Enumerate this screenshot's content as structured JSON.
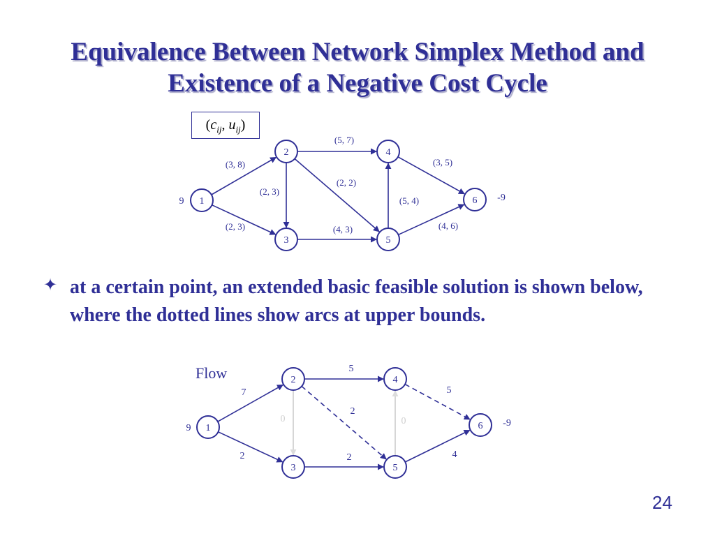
{
  "slide": {
    "title_line1": "Equivalence Between Network Simplex Method and",
    "title_line2": "Existence of a Negative Cost Cycle",
    "bullet_icon": "four-point-star-bullet",
    "bullet_text": "at a certain point, an extended basic feasible solution is shown below, where the dotted lines show arcs at upper bounds.",
    "page_number": "24",
    "colors": {
      "primary": "#2f2f96",
      "faint_arc": "#d6d6d6"
    }
  },
  "legend": {
    "c": "c",
    "u": "u",
    "sub": "ij"
  },
  "top_graph": {
    "nodes": [
      {
        "id": "1",
        "supply": "9"
      },
      {
        "id": "2"
      },
      {
        "id": "3"
      },
      {
        "id": "4"
      },
      {
        "id": "5"
      },
      {
        "id": "6",
        "supply": "-9"
      }
    ],
    "arcs": [
      {
        "from": "1",
        "to": "2",
        "label": "(3, 8)"
      },
      {
        "from": "1",
        "to": "3",
        "label": "(2, 3)"
      },
      {
        "from": "2",
        "to": "3",
        "label": "(2, 3)"
      },
      {
        "from": "2",
        "to": "4",
        "label": "(5, 7)"
      },
      {
        "from": "2",
        "to": "5",
        "label": "(2, 2)"
      },
      {
        "from": "3",
        "to": "5",
        "label": "(4, 3)"
      },
      {
        "from": "5",
        "to": "4",
        "label": "(5, 4)"
      },
      {
        "from": "4",
        "to": "6",
        "label": "(3, 5)"
      },
      {
        "from": "5",
        "to": "6",
        "label": "(4, 6)"
      }
    ]
  },
  "bottom_graph": {
    "label": "Flow",
    "nodes": [
      {
        "id": "1",
        "supply": "9"
      },
      {
        "id": "2"
      },
      {
        "id": "3"
      },
      {
        "id": "4"
      },
      {
        "id": "5"
      },
      {
        "id": "6",
        "supply": "-9"
      }
    ],
    "arcs": [
      {
        "from": "1",
        "to": "2",
        "flow": "7",
        "style": "solid"
      },
      {
        "from": "1",
        "to": "3",
        "flow": "2",
        "style": "solid"
      },
      {
        "from": "2",
        "to": "3",
        "flow": "0",
        "style": "faint"
      },
      {
        "from": "2",
        "to": "4",
        "flow": "5",
        "style": "solid"
      },
      {
        "from": "2",
        "to": "5",
        "flow": "2",
        "style": "dashed"
      },
      {
        "from": "3",
        "to": "5",
        "flow": "2",
        "style": "solid"
      },
      {
        "from": "5",
        "to": "4",
        "flow": "0",
        "style": "faint"
      },
      {
        "from": "4",
        "to": "6",
        "flow": "5",
        "style": "dashed"
      },
      {
        "from": "5",
        "to": "6",
        "flow": "4",
        "style": "solid"
      }
    ]
  }
}
